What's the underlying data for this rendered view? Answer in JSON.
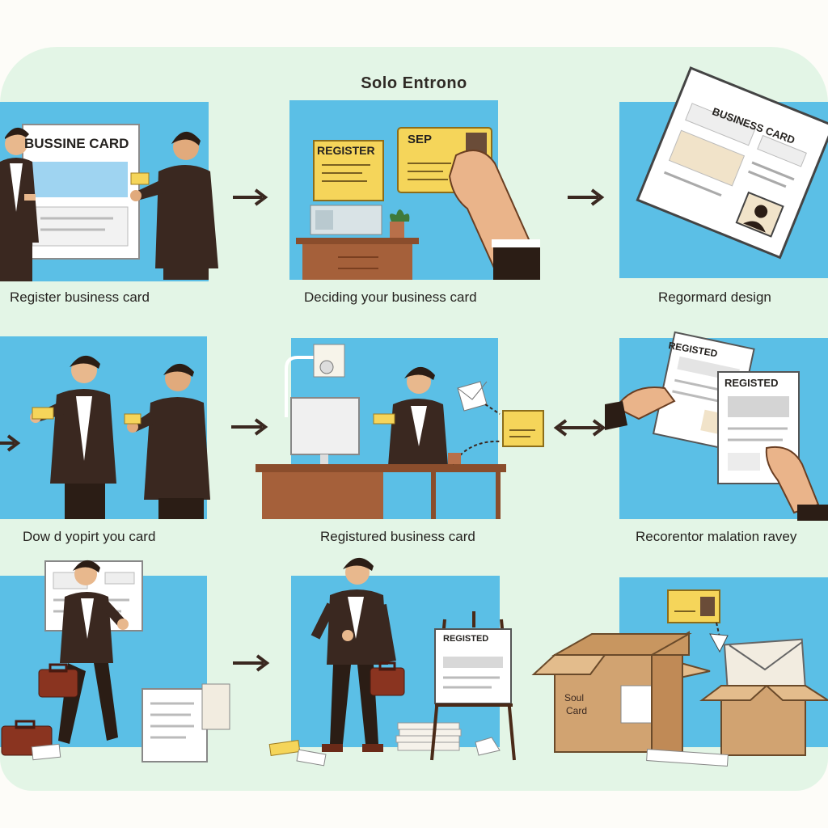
{
  "title": "Solo Entrono",
  "captions": {
    "c1": "Register business card",
    "c2": "Deciding your business card",
    "c3": "Regormard design",
    "c4": "Dow d yopirt you card",
    "c5": "Registured business card",
    "c6": "Recorentor malation ravey"
  },
  "card_texts": {
    "board1": "BUSSINE CARD",
    "register": "REGISTER",
    "sep": "SEP",
    "business_card": "BUSINESS CARD",
    "registered_a": "REGISTED",
    "registered_b": "REGISTED",
    "registered_sign": "REGISTED",
    "box_label_1": "Soul",
    "box_label_2": "Card"
  },
  "colors": {
    "panel_blue": "#5bbfe6",
    "background": "#e3f5e6",
    "card_yellow": "#f5d55a",
    "suit": "#3a2820",
    "desk": "#a5603a",
    "box": "#d1a371"
  }
}
